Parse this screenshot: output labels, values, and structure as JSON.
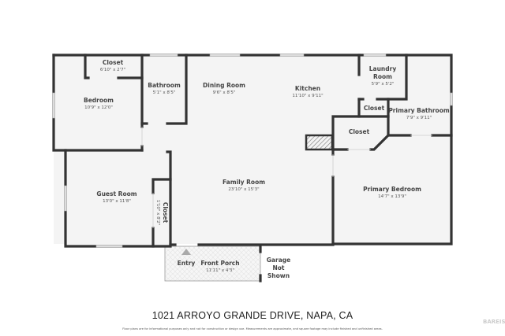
{
  "plan": {
    "rooms": {
      "closet_bedroom": {
        "name": "Closet",
        "dim": "6'10\" x 2'7\""
      },
      "bedroom": {
        "name": "Bedroom",
        "dim": "10'9\" x 12'0\""
      },
      "bathroom": {
        "name": "Bathroom",
        "dim": "5'1\" x 8'5\""
      },
      "dining": {
        "name": "Dining Room",
        "dim": "9'6\" x 8'5\""
      },
      "kitchen": {
        "name": "Kitchen",
        "dim": "11'10\" x 9'11\""
      },
      "laundry": {
        "name": "Laundry Room",
        "dim": "5'9\" x 5'2\""
      },
      "closet_small": {
        "name": "Closet"
      },
      "primary_bath": {
        "name": "Primary Bathroom",
        "dim": "7'9\" x 9'11\""
      },
      "closet_primary": {
        "name": "Closet"
      },
      "primary_bedroom": {
        "name": "Primary Bedroom",
        "dim": "14'7\" x 13'9\""
      },
      "family": {
        "name": "Family Room",
        "dim": "23'10\" x 15'3\""
      },
      "guest": {
        "name": "Guest Room",
        "dim": "13'0\" x 11'8\""
      },
      "closet_guest": {
        "name": "Closet",
        "dim": "1'10\" x 8'2\""
      },
      "entry": {
        "name": "Entry"
      },
      "porch": {
        "name": "Front Porch",
        "dim": "11'11\" x 4'3\""
      },
      "garage": {
        "name": "Garage Not Shown"
      }
    },
    "colors": {
      "wall": "#333333",
      "floor": "#f4f4f4",
      "window": "#d8d8d8"
    }
  },
  "title": "1021 ARROYO GRANDE DRIVE, NAPA, CA",
  "disclaimer": "Floor plans are for informational purposes only and not for construction or design use. Measurements are approximate, and square footage may include finished and unfinished areas.",
  "watermark": "BAREIS"
}
